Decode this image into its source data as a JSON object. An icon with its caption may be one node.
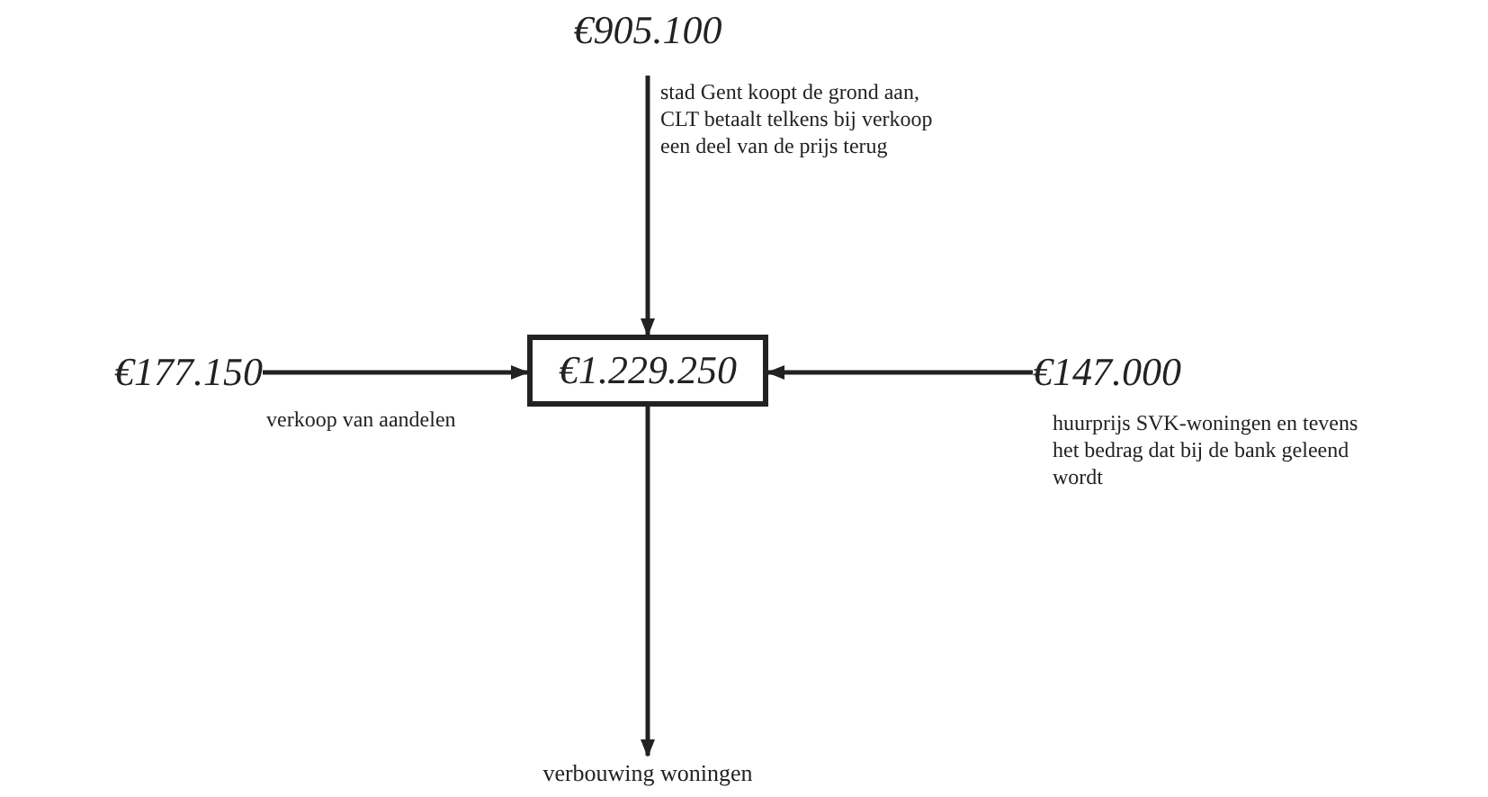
{
  "diagram": {
    "nodes": [
      {
        "text": [
          "€905.100"
        ],
        "beside": [
          "stad Gent koopt de grond aan, CLT betaalt telkens bij verkoop een deel van de prijs terug"
        ]
      },
      {
        "text": [
          "€177.150"
        ],
        "beside": [
          "verkoop van aandelen"
        ]
      },
      {
        "text": [
          "€1.229.250"
        ]
      },
      {
        "text": [
          "€147.000"
        ],
        "beside": [
          "huurprijs SVK-woningen en tevens het bedrag dat bij de bank geleend wordt"
        ]
      },
      {
        "text": [
          "verbouwing woningen"
        ]
      }
    ],
    "edges": [
      {
        "from": 0,
        "to": 2,
        "arrow": "to"
      },
      {
        "from": 1,
        "to": 2,
        "arrow": "to"
      },
      {
        "from": 3,
        "to": 2,
        "arrow": "to"
      },
      {
        "from": 2,
        "to": 4,
        "arrow": "to"
      }
    ]
  }
}
